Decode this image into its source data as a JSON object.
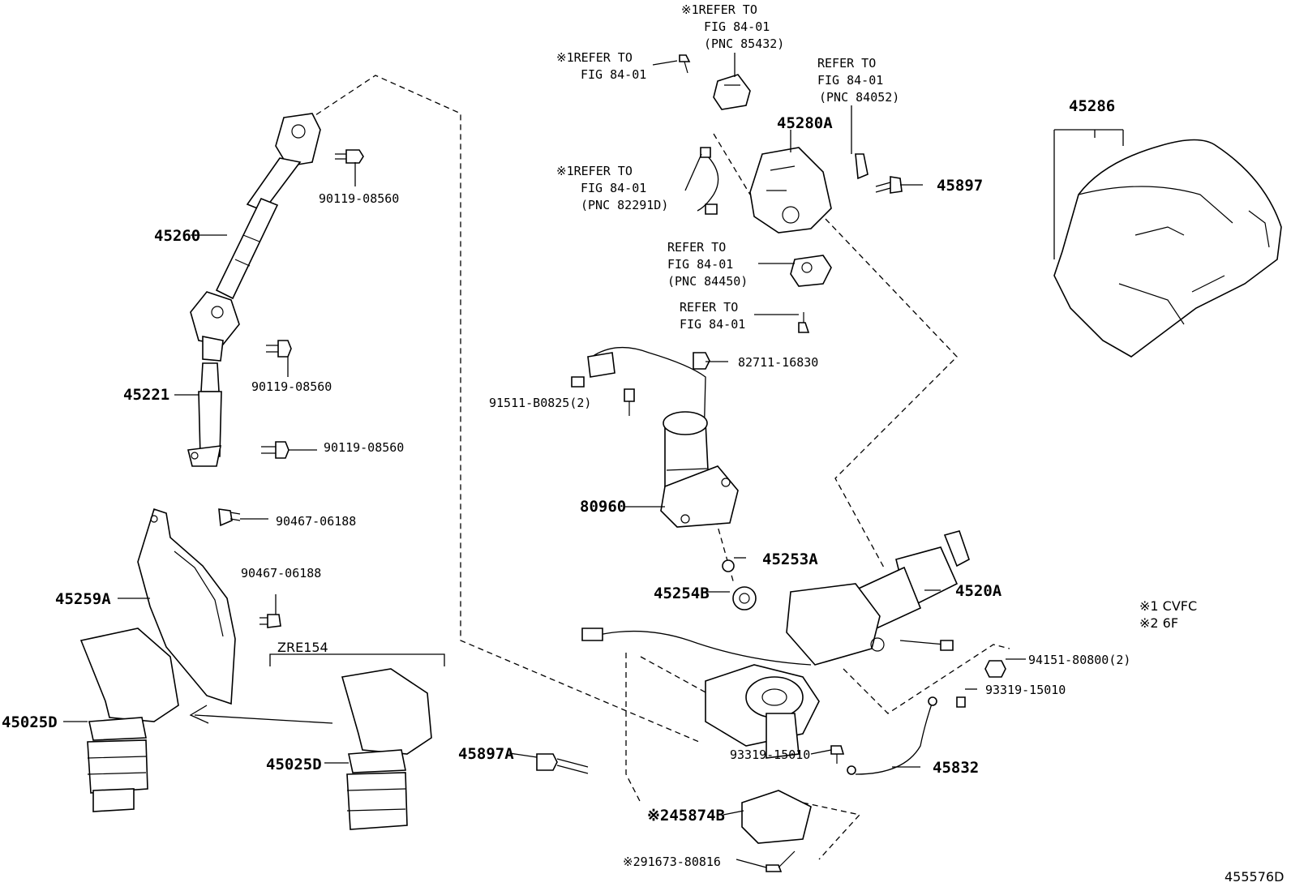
{
  "labels": {
    "p45260": "45260",
    "p90119_a": "90119-08560",
    "p90119_b": "90119-08560",
    "p90119_c": "90119-08560",
    "p45221": "45221",
    "p90467_a": "90467-06188",
    "p90467_b": "90467-06188",
    "p45259A": "45259A",
    "p45025D_a": "45025D",
    "p45025D_b": "45025D",
    "zre154": "ZRE154",
    "ref1_l1": "※1REFER TO",
    "ref1_l2": "FIG 84-01",
    "ref1_l3": "(PNC 85432)",
    "ref2_l1": "※1REFER TO",
    "ref2_l2": "FIG 84-01",
    "ref3_l1": "REFER TO",
    "ref3_l2": "FIG 84-01",
    "ref3_l3": "(PNC 84052)",
    "ref4_l1": "※1REFER TO",
    "ref4_l2": "FIG 84-01",
    "ref4_l3": "(PNC 82291D)",
    "ref5_l1": "REFER TO",
    "ref5_l2": "FIG 84-01",
    "ref5_l3": "(PNC 84450)",
    "ref6_l1": "REFER TO",
    "ref6_l2": "FIG 84-01",
    "p45280A": "45280A",
    "p45897": "45897",
    "p82711": "82711-16830",
    "p91511": "91511-B0825(2)",
    "p80960": "80960",
    "p45253A": "45253A",
    "p45254B": "45254B",
    "p4520A": "4520A",
    "p94151": "94151-80800(2)",
    "p93319_a": "93319-15010",
    "p93319_b": "93319-15010",
    "p45832": "45832",
    "p45897A": "45897A",
    "p45874B": "※245874B",
    "p91673": "※291673-80816",
    "p45286": "45286",
    "note1": "※1 CVFC",
    "note2": "※2 6F",
    "figno": "455576D"
  }
}
